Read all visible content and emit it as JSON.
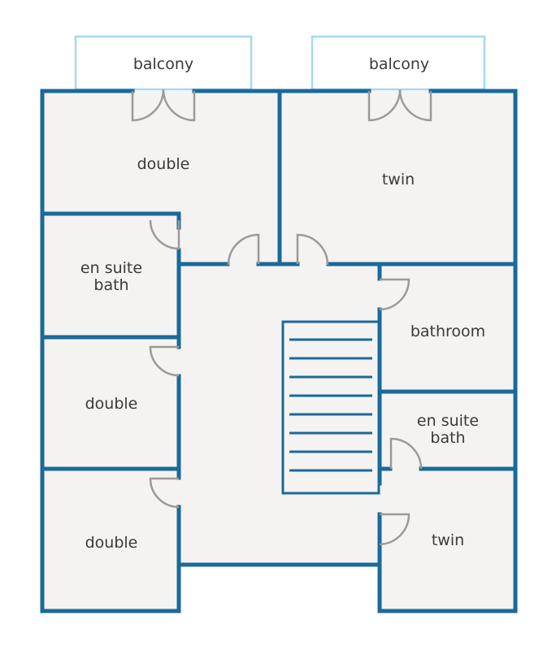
{
  "colors": {
    "wall": "#1a6a99",
    "balcony_outline": "#a8d8ee",
    "floor": "#f4f3f2",
    "door": "#9a9a9a",
    "text": "#3a3a3a",
    "background": "#ffffff"
  },
  "rooms": {
    "balcony_left": "balcony",
    "balcony_right": "balcony",
    "double_top": "double",
    "twin_top": "twin",
    "ensuite_left_line1": "en suite",
    "ensuite_left_line2": "bath",
    "double_middle": "double",
    "double_bottom": "double",
    "bathroom": "bathroom",
    "ensuite_right_line1": "en suite",
    "ensuite_right_line2": "bath",
    "twin_bottom": "twin"
  }
}
